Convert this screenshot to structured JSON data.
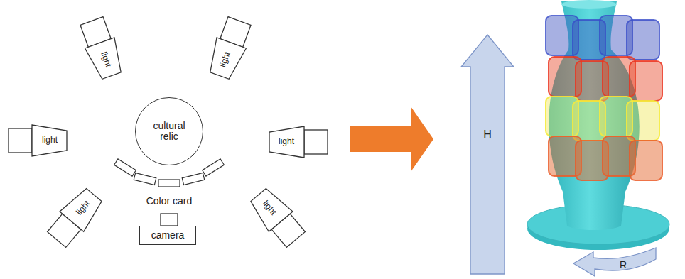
{
  "diagram": {
    "nodes": [
      {
        "text": [
          "light"
        ]
      },
      {
        "text": [
          "light"
        ]
      },
      {
        "text": [
          "light"
        ]
      },
      {
        "text": [
          "cultural relic"
        ]
      },
      {
        "text": [
          "light"
        ]
      },
      {
        "text": [
          "light"
        ]
      },
      {
        "text": [
          "light"
        ]
      },
      {
        "text": [
          "camera"
        ]
      },
      {
        "text": [
          "H"
        ]
      },
      {
        "text": [
          "R"
        ]
      }
    ],
    "labels": [
      "Color card"
    ]
  }
}
